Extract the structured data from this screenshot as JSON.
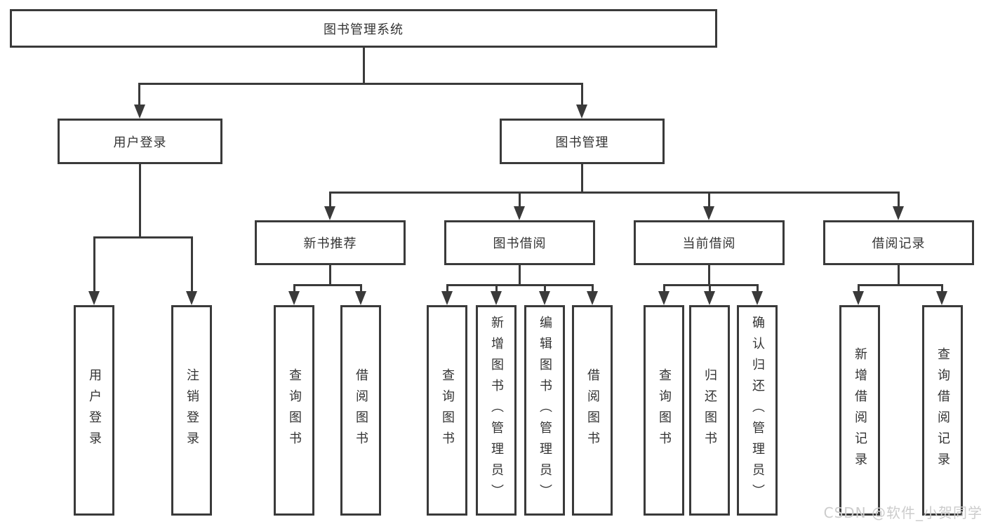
{
  "diagram_title": "图书管理系统",
  "tree": {
    "label": "图书管理系统",
    "children": [
      {
        "label": "用户登录",
        "children": [
          {
            "label": "用户登录"
          },
          {
            "label": "注销登录"
          }
        ]
      },
      {
        "label": "图书管理",
        "children": [
          {
            "label": "新书推荐",
            "children": [
              {
                "label": "查询图书"
              },
              {
                "label": "借阅图书"
              }
            ]
          },
          {
            "label": "图书借阅",
            "children": [
              {
                "label": "查询图书"
              },
              {
                "label": "新增图书（管理员）"
              },
              {
                "label": "编辑图书（管理员）"
              },
              {
                "label": "借阅图书"
              }
            ]
          },
          {
            "label": "当前借阅",
            "children": [
              {
                "label": "查询图书"
              },
              {
                "label": "归还图书"
              },
              {
                "label": "确认归还（管理员）"
              }
            ]
          },
          {
            "label": "借阅记录",
            "children": [
              {
                "label": "新增借阅记录"
              },
              {
                "label": "查询借阅记录"
              }
            ]
          }
        ]
      }
    ]
  },
  "watermark": {
    "text": "CSDN @软件_小贺同学"
  },
  "colors": {
    "line": "#3a3a3a",
    "text": "#333333",
    "watermark": "#cccccc",
    "background": "#ffffff"
  }
}
